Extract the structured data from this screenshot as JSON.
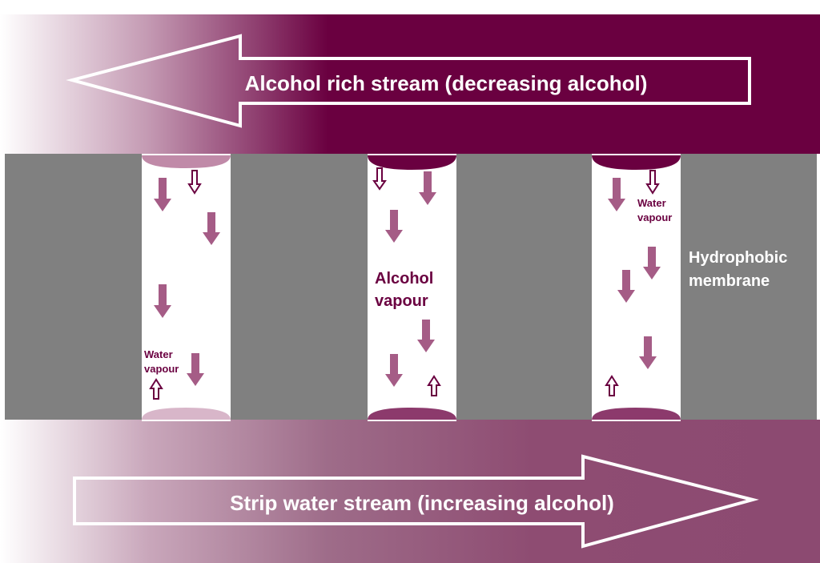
{
  "top_stream": {
    "label": "Alcohol rich stream (decreasing alcohol)",
    "direction": "left"
  },
  "bottom_stream": {
    "label": "Strip water stream (increasing alcohol)",
    "direction": "right"
  },
  "membrane": {
    "label_line1": "Hydrophobic",
    "label_line2": "membrane"
  },
  "pores": [
    {
      "label_line1": "Water",
      "label_line2": "vapour"
    },
    {
      "label_line1": "Alcohol",
      "label_line2": "vapour"
    },
    {
      "label_line1": "Water",
      "label_line2": "vapour"
    }
  ],
  "colors": {
    "stream_dark": "#6a0040",
    "stream_mid": "#8c4a71",
    "membrane_gray": "#808080",
    "arrow_fill": "#a55c86",
    "label_color": "#6a0040",
    "white": "#ffffff"
  }
}
